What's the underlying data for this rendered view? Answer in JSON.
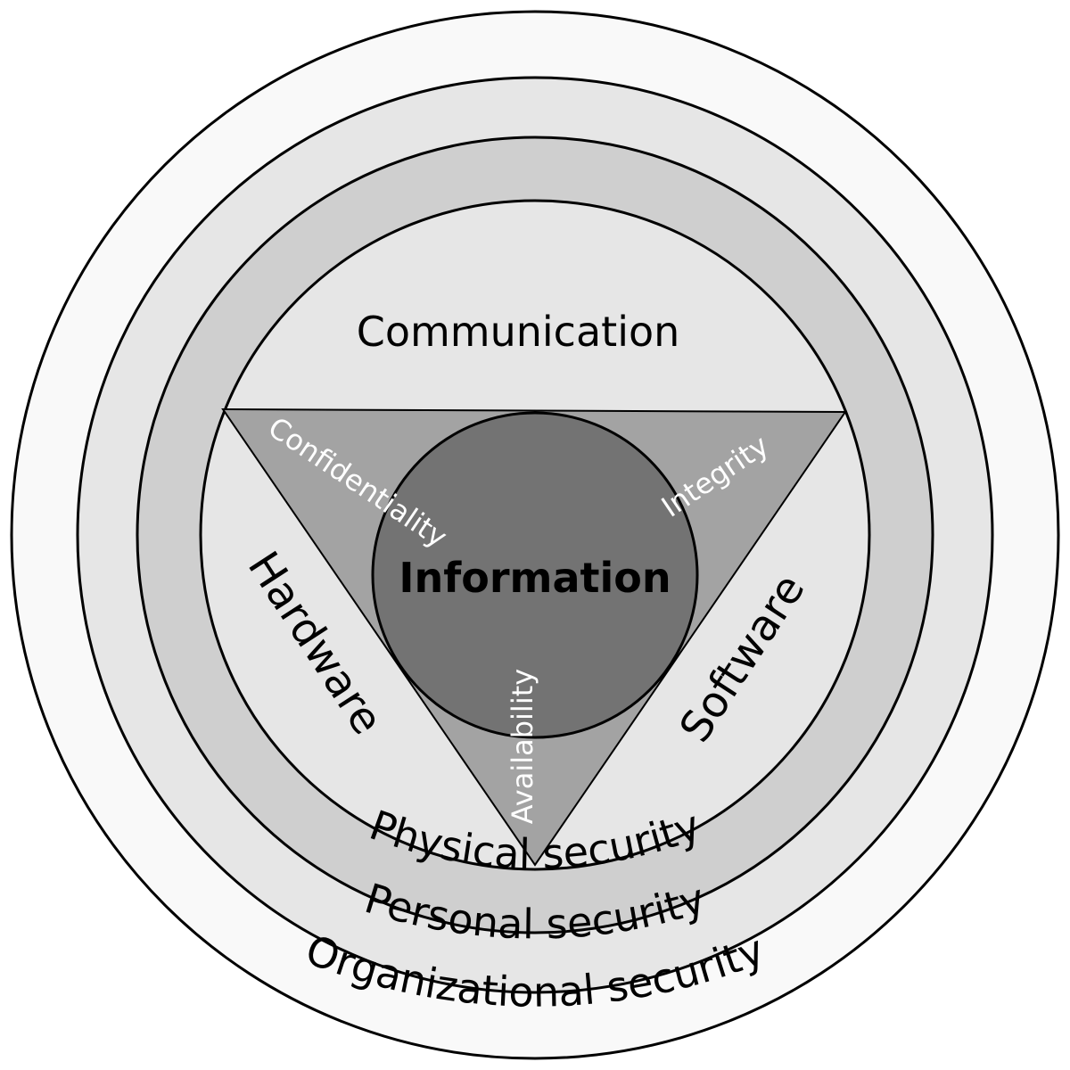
{
  "labels": {
    "communication": "Communication",
    "hardware": "Hardware",
    "software": "Software",
    "information": "Information",
    "confidentiality": "Confidentiality",
    "integrity": "Integrity",
    "availability": "Availability",
    "physical_security": "Physical security",
    "personal_security": "Personal security",
    "organizational_security": "Organizational security"
  },
  "colors": {
    "organizational_ring": "#f9f9f9",
    "personal_ring": "#e6e6e6",
    "physical_ring": "#cfcfcf",
    "inner_disc": "#e6e6e6",
    "triangle": "#a3a3a3",
    "information_core": "#737373",
    "outline": "#000000"
  }
}
